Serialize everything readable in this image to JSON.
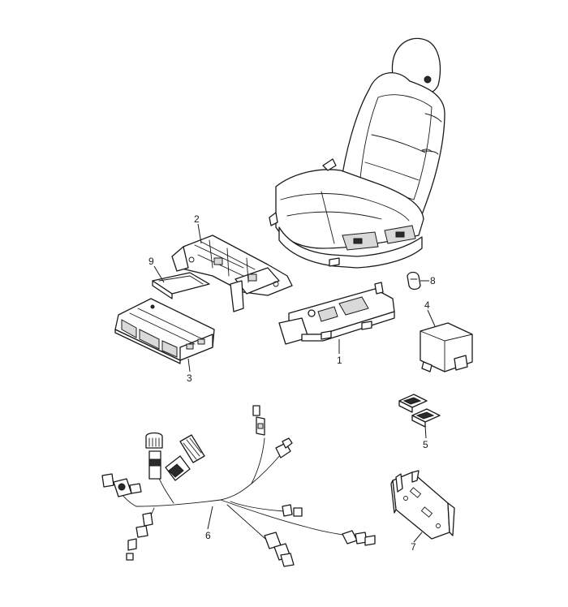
{
  "diagram": {
    "callouts": [
      {
        "id": "1",
        "label": "1",
        "part": "seat-control-switch"
      },
      {
        "id": "2",
        "label": "2",
        "part": "seat-frame-bracket"
      },
      {
        "id": "3",
        "label": "3",
        "part": "control-unit"
      },
      {
        "id": "4",
        "label": "4",
        "part": "relay"
      },
      {
        "id": "5",
        "label": "5",
        "part": "clips"
      },
      {
        "id": "6",
        "label": "6",
        "part": "wiring-harness"
      },
      {
        "id": "7",
        "label": "7",
        "part": "mounting-bracket"
      },
      {
        "id": "8",
        "label": "8",
        "part": "cap"
      },
      {
        "id": "9",
        "label": "9",
        "part": "cover-plate"
      }
    ]
  }
}
